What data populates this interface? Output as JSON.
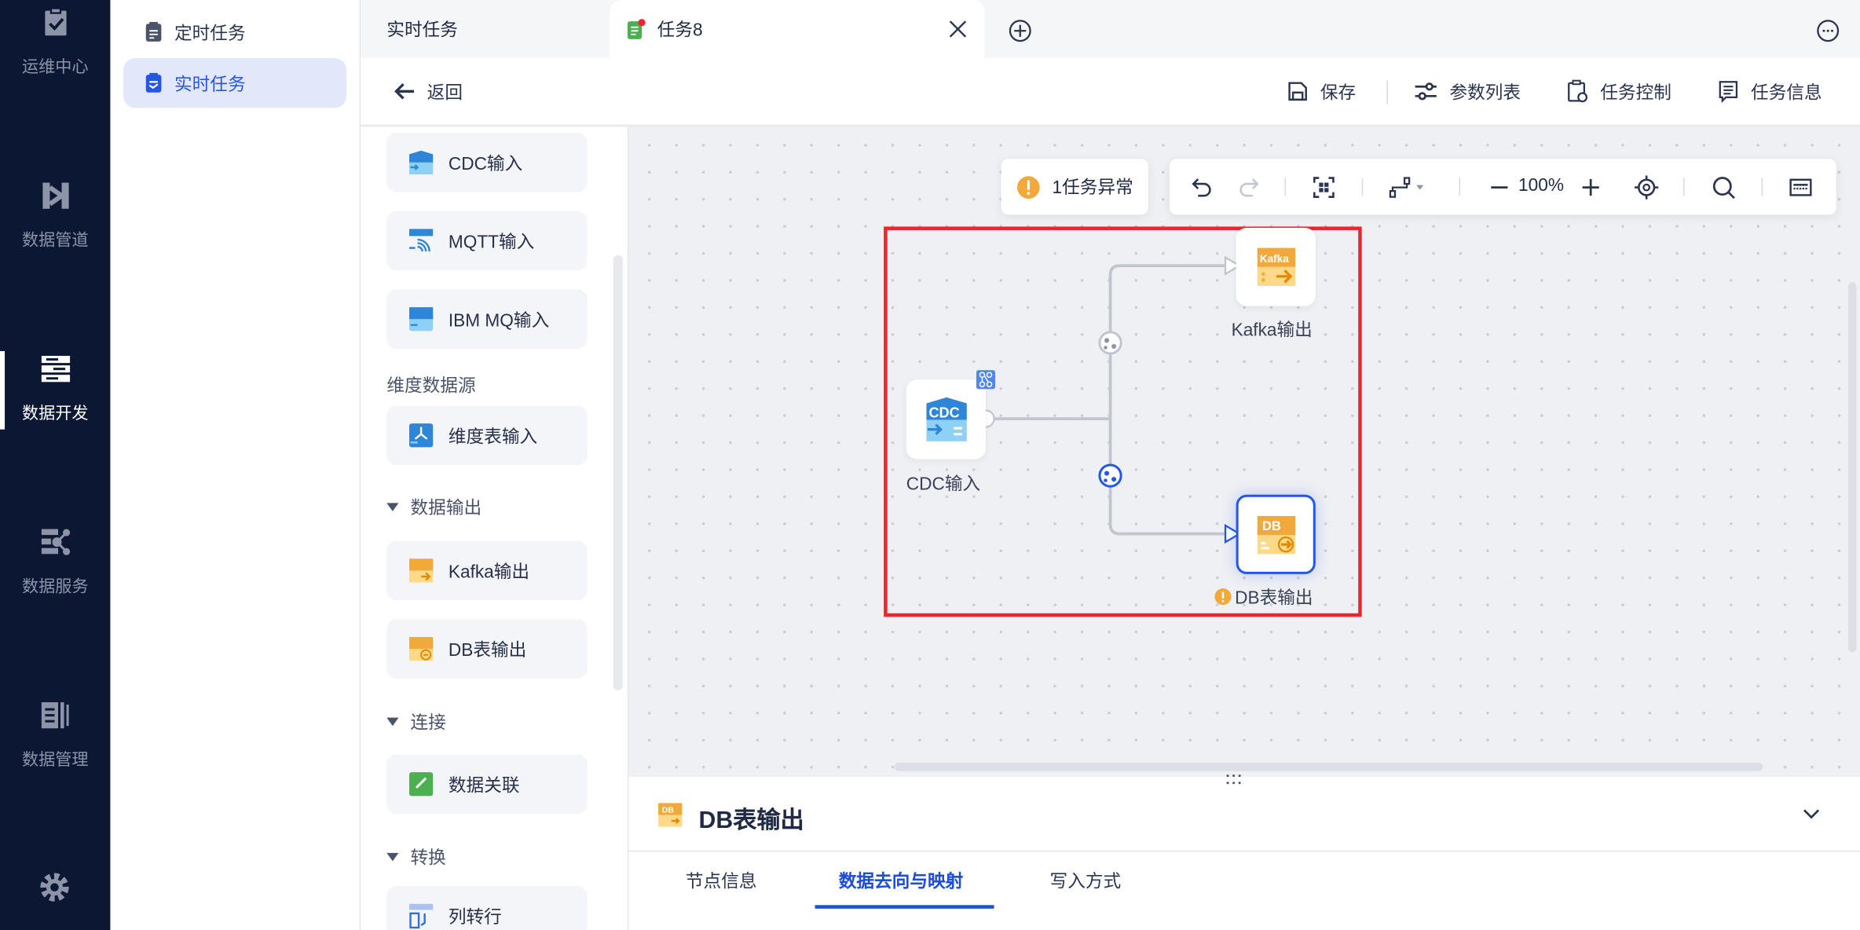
{
  "nav": {
    "items": [
      {
        "label": "运维中心",
        "icon": "clipboard-check-icon"
      },
      {
        "label": "数据管道",
        "icon": "pipeline-icon"
      },
      {
        "label": "数据开发",
        "icon": "dev-server-icon",
        "active": true
      },
      {
        "label": "数据服务",
        "icon": "service-icon"
      },
      {
        "label": "数据管理",
        "icon": "management-icon"
      }
    ],
    "settings_icon": "gear-icon"
  },
  "subnav": {
    "items": [
      {
        "label": "定时任务"
      },
      {
        "label": "实时任务",
        "active": true
      }
    ]
  },
  "tabs": {
    "items": [
      {
        "label": "实时任务"
      },
      {
        "label": "任务8",
        "active": true
      }
    ],
    "add_icon": "plus-circle-icon",
    "more_icon": "more-icon"
  },
  "toolbar": {
    "back": "返回",
    "save": "保存",
    "params": "参数列表",
    "control": "任务控制",
    "info": "任务信息"
  },
  "palette": {
    "input_items": [
      "CDC输入",
      "MQTT输入",
      "IBM MQ输入"
    ],
    "dim_header": "维度数据源",
    "dim_items": [
      "维度表输入"
    ],
    "output_header": "数据输出",
    "output_items": [
      "Kafka输出",
      "DB表输出"
    ],
    "join_header": "连接",
    "join_items": [
      "数据关联"
    ],
    "transform_header": "转换",
    "transform_items": [
      "列转行"
    ]
  },
  "canvas": {
    "alert": "1任务异常",
    "zoom": "100%",
    "nodes": {
      "cdc": "CDC输入",
      "kafka": "Kafka输出",
      "db": "DB表输出"
    },
    "icon_text": {
      "cdc": "CDC",
      "kafka": "Kafka",
      "db": "DB"
    },
    "highlight_color": "#f5222d",
    "accent": "#2456e8"
  },
  "bottom": {
    "title": "DB表输出",
    "tabs": [
      "节点信息",
      "数据去向与映射",
      "写入方式"
    ],
    "active_tab": 1
  }
}
